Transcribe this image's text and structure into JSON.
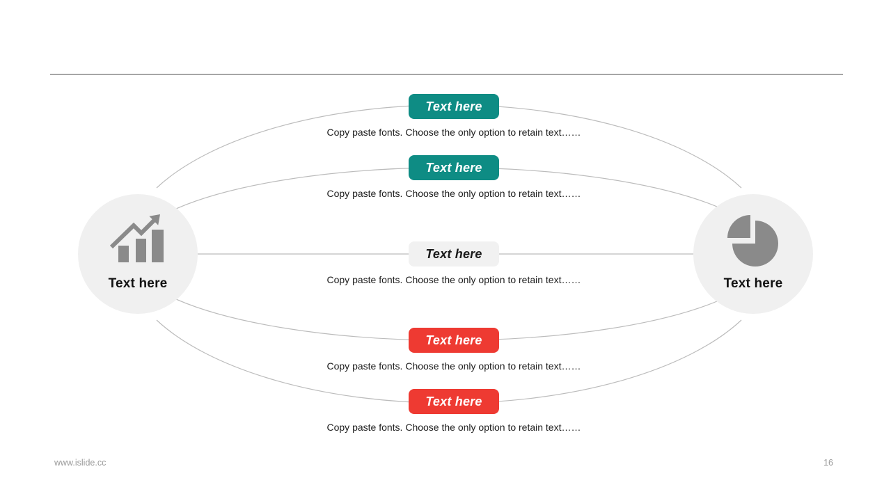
{
  "slide": {
    "footer_left": "www.islide.cc",
    "page_number": "16"
  },
  "nodes": {
    "left": {
      "label": "Text here",
      "icon": "bar-chart-growth-icon"
    },
    "right": {
      "label": "Text here",
      "icon": "pie-chart-icon"
    }
  },
  "rows": [
    {
      "button": "Text here",
      "caption": "Copy paste fonts. Choose the only option to retain text……",
      "bg": "#0E8C84",
      "fg": "#FFFFFF"
    },
    {
      "button": "Text here",
      "caption": "Copy paste fonts. Choose the only option to retain text……",
      "bg": "#0E8C84",
      "fg": "#FFFFFF"
    },
    {
      "button": "Text here",
      "caption": "Copy paste fonts. Choose the only option to retain text……",
      "bg": "#F1F1F1",
      "fg": "#1A1A1A"
    },
    {
      "button": "Text here",
      "caption": "Copy paste fonts. Choose the only option to retain text……",
      "bg": "#EE3A32",
      "fg": "#FFFFFF"
    },
    {
      "button": "Text here",
      "caption": "Copy paste fonts. Choose the only option to retain text……",
      "bg": "#EE3A32",
      "fg": "#FFFFFF"
    }
  ],
  "colors": {
    "teal": "#0E8C84",
    "red": "#EE3A32",
    "gray_button": "#F1F1F1",
    "circle_bg": "#F0F0F0",
    "icon_gray": "#8A8A8A",
    "curve_line": "#BCBCBC",
    "divider": "#A6A6A6",
    "footer_text": "#9A9A9A"
  }
}
